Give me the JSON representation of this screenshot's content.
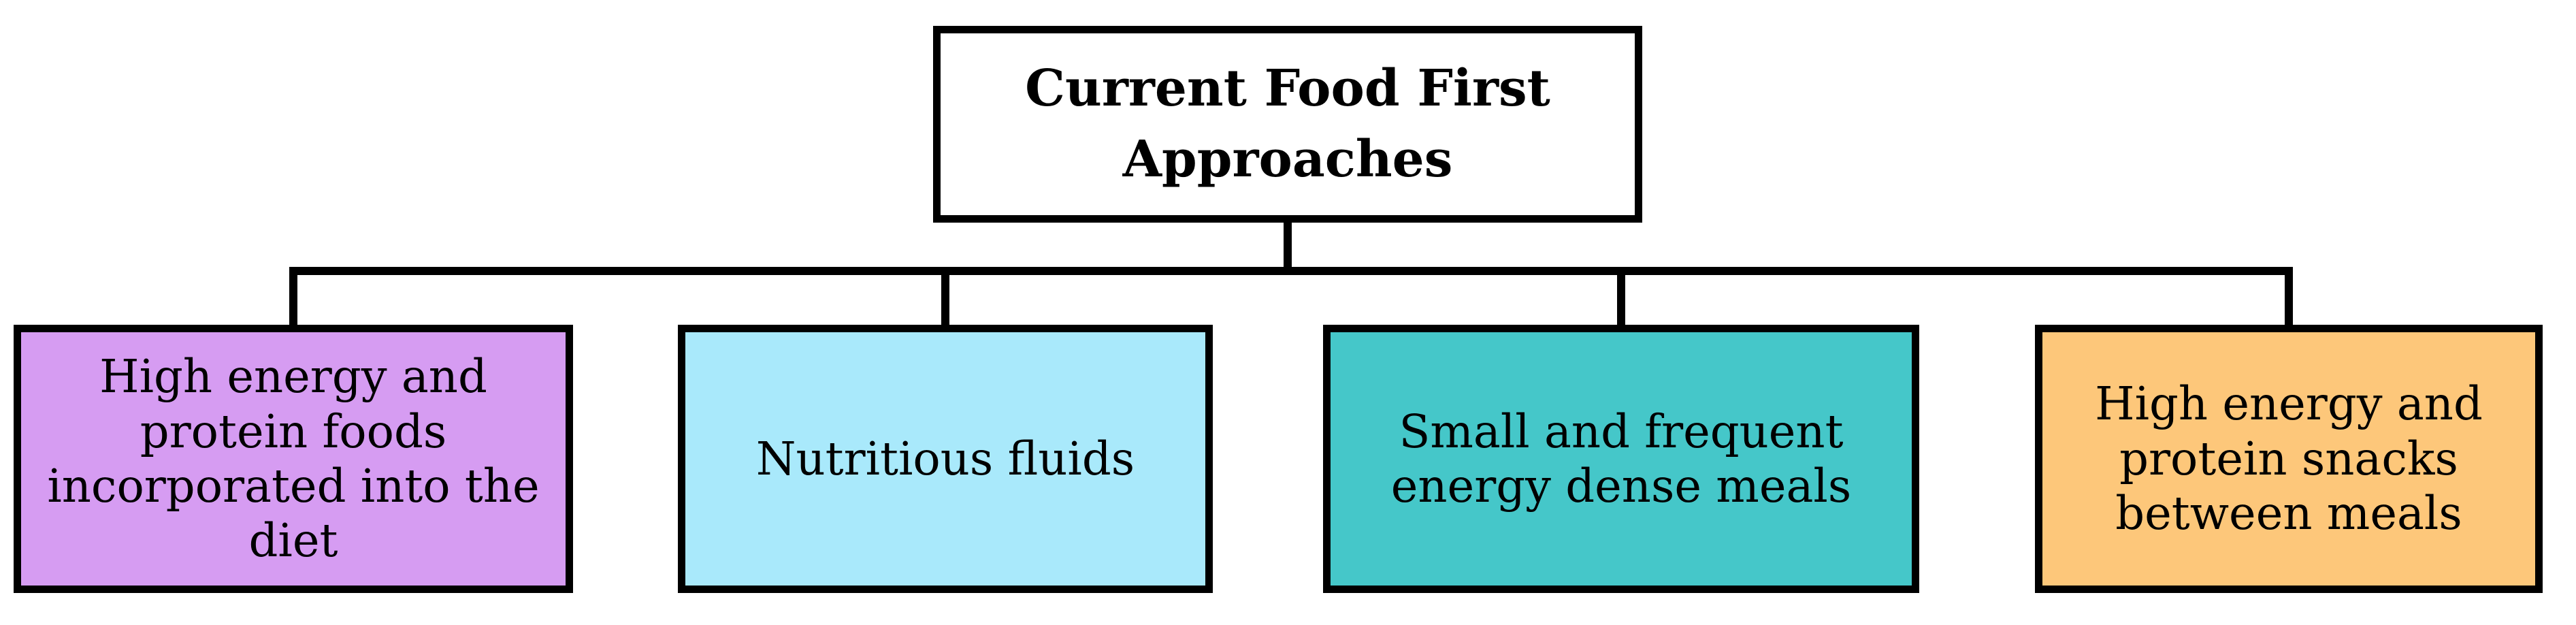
{
  "diagram": {
    "root": {
      "label": "Current Food First\nApproaches",
      "bg": "#FFFFFF"
    },
    "approaches": [
      {
        "label": "High energy and\nprotein foods\nincorporated into the\ndiet",
        "bg": "#D69CF2"
      },
      {
        "label": "Nutritious fluids",
        "bg": "#A9E9FB"
      },
      {
        "label": "Small and frequent\nenergy dense meals",
        "bg": "#45C7C9"
      },
      {
        "label": "High energy and\nprotein snacks\nbetween meals",
        "bg": "#FDC77A"
      }
    ],
    "connector_color": "#000000"
  }
}
